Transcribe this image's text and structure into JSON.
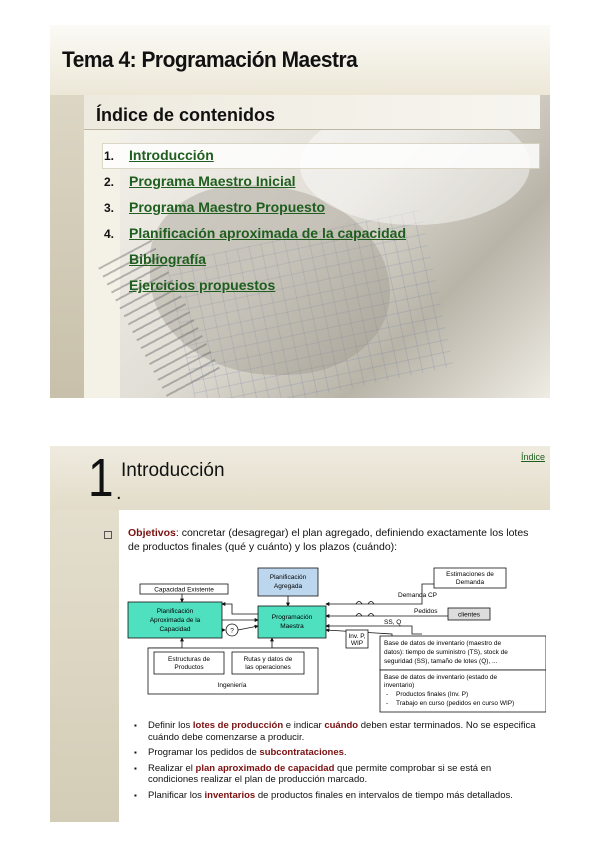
{
  "slide1": {
    "title": "Tema 4: Programación Maestra",
    "index_heading": "Índice de contenidos",
    "toc": [
      {
        "num": "1.",
        "label": "Introducción"
      },
      {
        "num": "2.",
        "label": "Programa Maestro Inicial"
      },
      {
        "num": "3.",
        "label": "Programa Maestro Propuesto"
      },
      {
        "num": "4.",
        "label": "Planificación aproximada de la capacidad"
      },
      {
        "num": "",
        "label": "Bibliografía"
      },
      {
        "num": "",
        "label": "Ejercicios propuestos"
      }
    ]
  },
  "slide2": {
    "section_number": "1",
    "section_dot": ".",
    "title": "Introducción",
    "index_link": "Índice",
    "objectives": {
      "lead": "Objetivos",
      "text": ": concretar (desagregar) el plan agregado, definiendo exactamente los lotes de productos finales (qué y cuánto) y los plazos (cuándo):"
    },
    "diagram": {
      "capacidad_existente": "Capacidad Existente",
      "planificacion_agregada": [
        "Planificación",
        "Agregada"
      ],
      "estimaciones": [
        "Estimaciones de",
        "Demanda"
      ],
      "demanda_cp": "Demanda CP",
      "pedidos": "Pedidos",
      "clientes": "clientes",
      "planif_aprox": [
        "Planificación",
        "Aproximada de la",
        "Capacidad"
      ],
      "programacion": [
        "Programación",
        "Maestra"
      ],
      "pregunta": "?",
      "inv": [
        "Inv. P,",
        "WIP"
      ],
      "ss": "SS, Q",
      "estructuras": [
        "Estructuras de",
        "Productos"
      ],
      "rutas": [
        "Rutas y datos de",
        "las operaciones"
      ],
      "ingenieria": "Ingeniería",
      "bd1": [
        "Base de datos de inventario (maestro de",
        "datos): tiempo de suministro (TS), stock de",
        "seguridad (SS), tamaño de lotes (Q), ..."
      ],
      "bd2": [
        "Base de datos de inventario (estado de",
        "inventario)"
      ],
      "bd2_items": [
        "Productos finales (Inv. P)",
        "Trabajo en curso (pedidos en curso WIP)"
      ],
      "dash": "-"
    },
    "bullets": [
      {
        "a": "Definir los ",
        "h1": "lotes de producción",
        "b": " e indicar ",
        "h2": "cuándo",
        "c": " deben estar terminados. No se especifica cuándo debe comenzarse a producir."
      },
      {
        "a": "Programar los pedidos de ",
        "h1": "subcontrataciones",
        "b": ".",
        "h2": "",
        "c": ""
      },
      {
        "a": "Realizar el ",
        "h1": "plan aproximado de capacidad",
        "b": " que permite comprobar si se está en condiciones realizar el plan de producción marcado.",
        "h2": "",
        "c": ""
      },
      {
        "a": "Planificar los ",
        "h1": "inventarios",
        "b": " de productos finales en intervalos de tiempo más detallados.",
        "h2": "",
        "c": ""
      }
    ]
  },
  "colors": {
    "link": "#1e5e1e",
    "highlight": "#7a1010",
    "box_cyan": "#4fe0c0",
    "box_blue": "#bcd6ee"
  }
}
